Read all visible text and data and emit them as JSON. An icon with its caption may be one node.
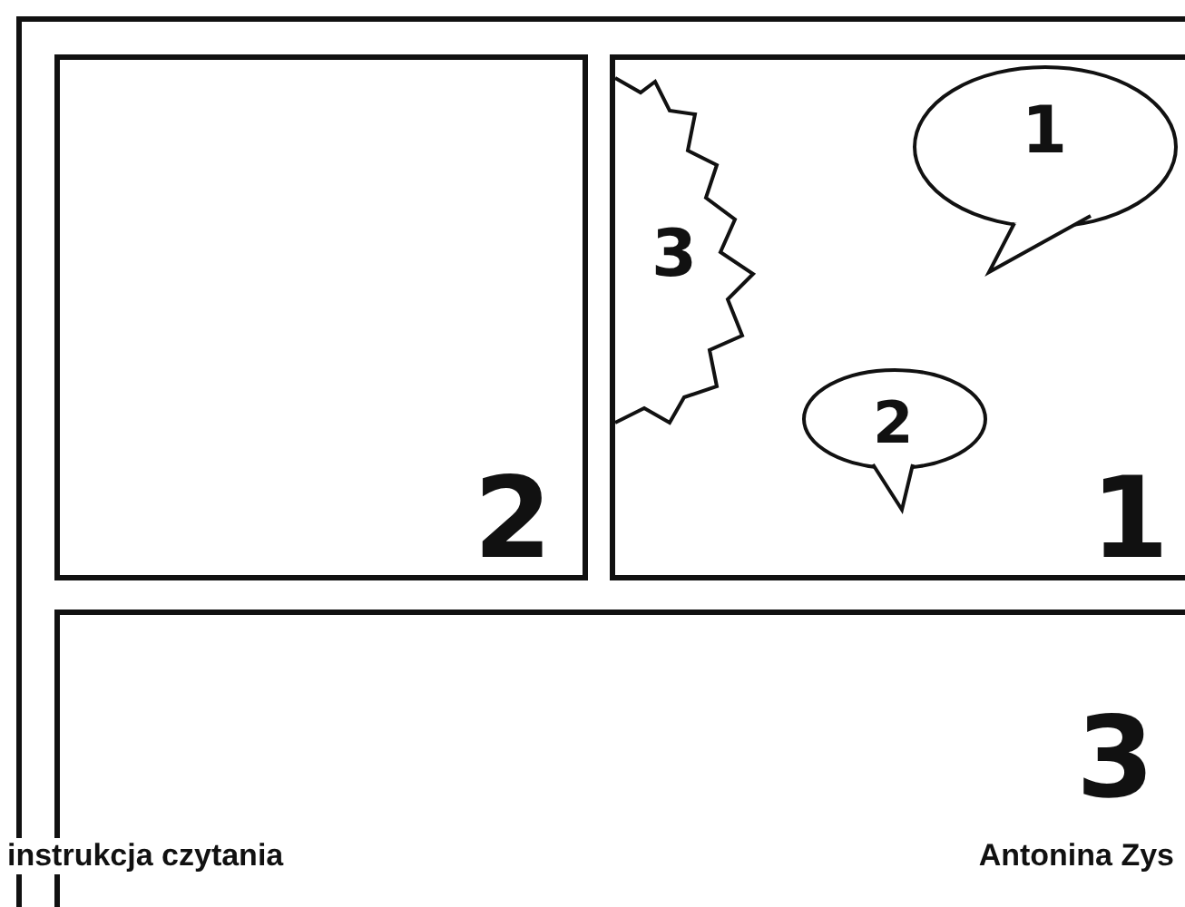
{
  "diagram": {
    "nodes": [
      {
        "text": [
          "2"
        ]
      },
      {
        "text": [
          "1"
        ]
      },
      {
        "text": [
          "1"
        ],
        "in": 1
      },
      {
        "text": [
          "2"
        ],
        "in": 1
      },
      {
        "text": [
          "3"
        ],
        "in": 1
      },
      {
        "text": [
          "3"
        ]
      }
    ],
    "edges": [],
    "labels": [
      "instrukcja czytania",
      "Antonina Zys"
    ]
  }
}
